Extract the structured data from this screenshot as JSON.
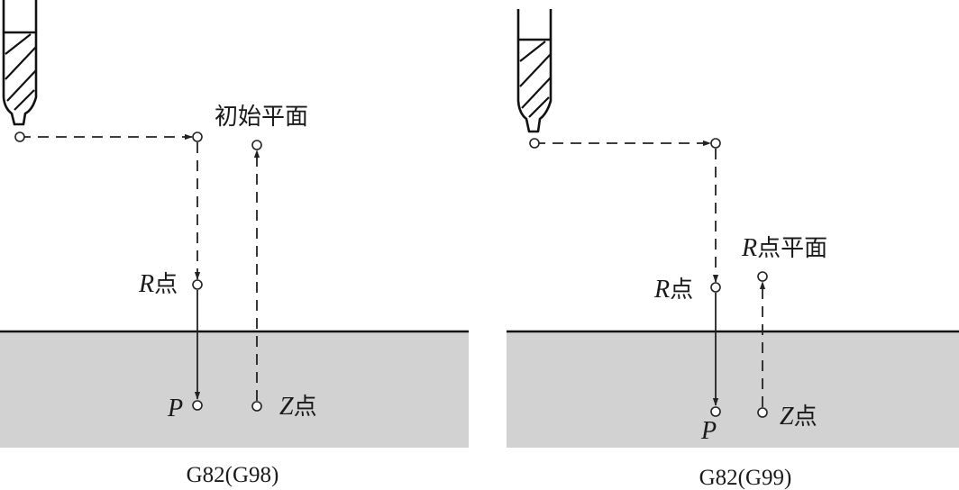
{
  "diagrams": [
    {
      "id": "g98",
      "caption": "G82(G98)",
      "plane_label": "初始平面",
      "r_label_italic": "R",
      "r_label_cjk": "点",
      "p_label": "P",
      "z_label_italic": "Z",
      "z_label_cjk": "点"
    },
    {
      "id": "g99",
      "caption": "G82(G99)",
      "plane_label_italic": "R",
      "plane_label_cjk": "点平面",
      "r_label_italic": "R",
      "r_label_cjk": "点",
      "p_label": "P",
      "z_label_italic": "Z",
      "z_label_cjk": "点"
    }
  ],
  "colors": {
    "workpiece": "#d2d2d2",
    "lines": "#222222"
  }
}
